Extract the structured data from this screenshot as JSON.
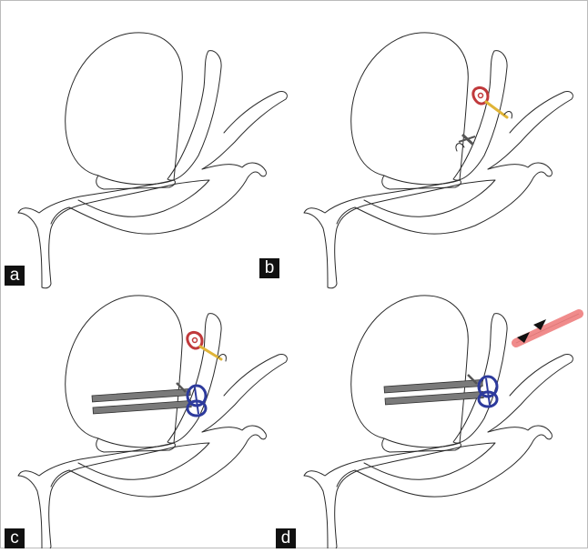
{
  "figure": {
    "panels": [
      {
        "id": "a",
        "label": "a"
      },
      {
        "id": "b",
        "label": "b"
      },
      {
        "id": "c",
        "label": "c"
      },
      {
        "id": "d",
        "label": "d"
      }
    ],
    "colors": {
      "outline": "#2a2a2a",
      "loop_red": "#c0393b",
      "handle_yellow": "#e0b437",
      "clip_grey": "#555555",
      "stapler_grey": "#7a7a7a",
      "ring_blue": "#2d3a9c",
      "tube_pink": "#f08b8b",
      "arrowhead": "#111111"
    }
  }
}
